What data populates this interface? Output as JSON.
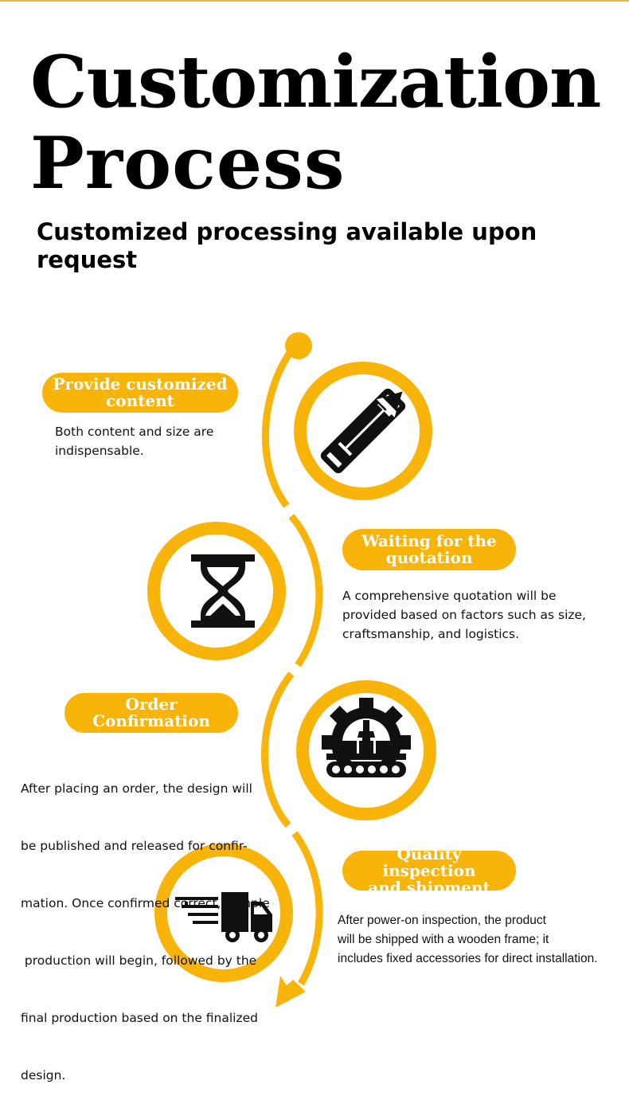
{
  "header": {
    "title_line1": "Customization",
    "title_line2": "Process",
    "subtitle_line1": "Customized processing available upon",
    "subtitle_line2": "request"
  },
  "colors": {
    "accent": "#f9b40a",
    "text": "#000000",
    "pill_text": "#ffffff"
  },
  "steps": [
    {
      "title_line1": "Provide customized",
      "title_line2": "content",
      "icon": "pencil-ruler-icon",
      "description": [
        "Both content and size are",
        "indispensable."
      ]
    },
    {
      "title_line1": "Waiting for the",
      "title_line2": "quotation",
      "icon": "hourglass-icon",
      "description": [
        "A comprehensive quotation will be",
        "provided based on factors such as size,",
        "craftsmanship, and logistics."
      ]
    },
    {
      "title_line1": "Order",
      "title_line2": "Confirmation",
      "icon": "factory-gear-icon",
      "description": [
        "After placing an order, the design will",
        "be published and released for confir-",
        "mation. Once confirmed correct, sample",
        " production will begin, followed by the",
        "final production based on the finalized",
        "design."
      ]
    },
    {
      "title_line1": "Quality inspection",
      "title_line2": "and shipment",
      "icon": "delivery-truck-icon",
      "description": [
        "After power-on inspection, the product",
        "will be shipped with a wooden frame; it",
        "includes fixed accessories for direct installation."
      ]
    }
  ]
}
